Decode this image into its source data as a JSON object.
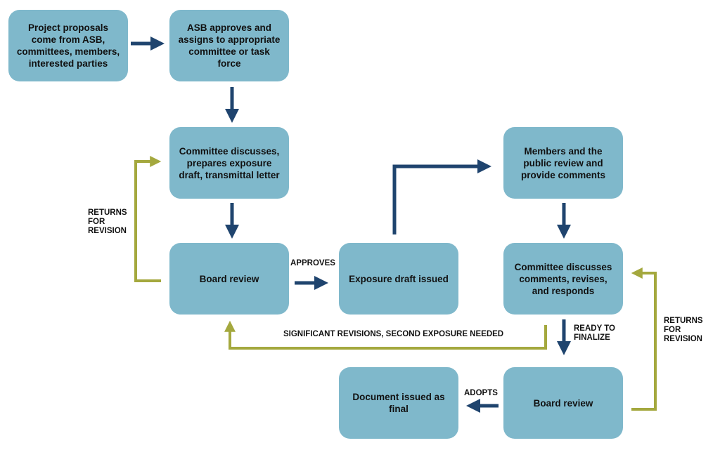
{
  "colors": {
    "box_fill": "#7fb8cb",
    "flow_arrow": "#1f446e",
    "revision_arrow": "#a4a83e",
    "text": "#111111"
  },
  "nodes": {
    "proposals": "Project proposals come from ASB, committees, members, interested parties",
    "asb_assigns": "ASB approves and assigns to appropriate committee or task force",
    "committee_drafts": "Committee discusses, prepares exposure draft, transmittal letter",
    "board_review_1": "Board review",
    "exposure_issued": "Exposure draft issued",
    "public_review": "Members and the public review and provide comments",
    "committee_responds": "Committee discusses comments, revises, and responds",
    "board_review_2": "Board review",
    "final_issued": "Document issued as final"
  },
  "labels": {
    "approves": "APPROVES",
    "returns_left": [
      "RETURNS",
      "FOR",
      "REVISION"
    ],
    "significant": "SIGNIFICANT REVISIONS, SECOND EXPOSURE NEEDED",
    "ready": [
      "READY TO",
      "FINALIZE"
    ],
    "returns_right": [
      "RETURNS",
      "FOR",
      "REVISION"
    ],
    "adopts": "ADOPTS"
  }
}
